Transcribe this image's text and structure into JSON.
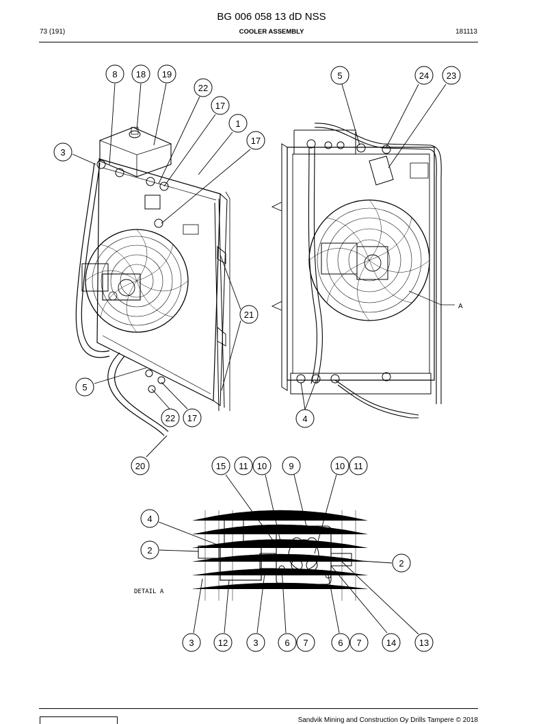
{
  "header": {
    "doc_number": "BG 006 058 13 dD NSS",
    "page": "73 (191)",
    "section_title": "COOLER ASSEMBLY",
    "date_code": "181113"
  },
  "drawing": {
    "detail_label": "DETAIL A",
    "detail_ref": "A",
    "callouts": {
      "c8": "8",
      "c18": "18",
      "c19": "19",
      "c22a": "22",
      "c17a": "17",
      "c1": "1",
      "c17b": "17",
      "c3a": "3",
      "c21": "21",
      "c5a": "5",
      "c22b": "22",
      "c17c": "17",
      "c20": "20",
      "c5b": "5",
      "c24": "24",
      "c23": "23",
      "c4a": "4",
      "c15": "15",
      "c11a": "11",
      "c10a": "10",
      "c9": "9",
      "c10b": "10",
      "c11b": "11",
      "c4b": "4",
      "c2a": "2",
      "c2b": "2",
      "c3b": "3",
      "c12": "12",
      "c3c": "3",
      "c6a": "6",
      "c7a": "7",
      "c6b": "6",
      "c7b": "7",
      "c14": "14",
      "c13": "13"
    }
  },
  "footer": {
    "copyright": "Sandvik Mining and Construction Oy Drills Tampere © 2018"
  }
}
